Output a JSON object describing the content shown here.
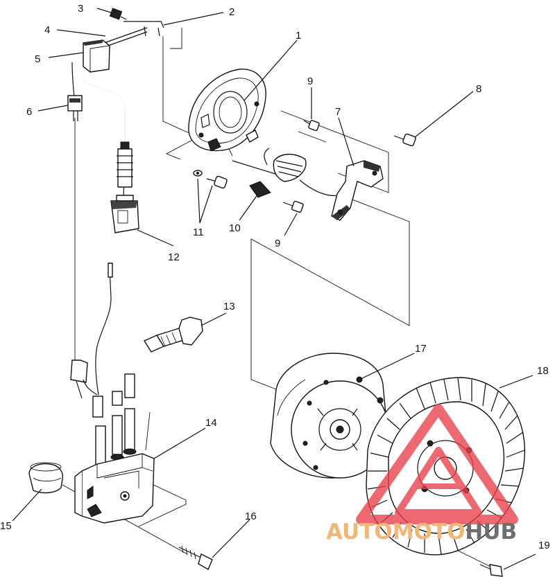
{
  "callouts": [
    {
      "id": "3",
      "label": "3"
    },
    {
      "id": "2",
      "label": "2"
    },
    {
      "id": "4",
      "label": "4"
    },
    {
      "id": "5",
      "label": "5"
    },
    {
      "id": "1",
      "label": "1"
    },
    {
      "id": "6",
      "label": "6"
    },
    {
      "id": "9a",
      "label": "9"
    },
    {
      "id": "8",
      "label": "8"
    },
    {
      "id": "7",
      "label": "7"
    },
    {
      "id": "11",
      "label": "11"
    },
    {
      "id": "10",
      "label": "10"
    },
    {
      "id": "9b",
      "label": "9"
    },
    {
      "id": "12",
      "label": "12"
    },
    {
      "id": "13",
      "label": "13"
    },
    {
      "id": "17",
      "label": "17"
    },
    {
      "id": "18",
      "label": "18"
    },
    {
      "id": "14",
      "label": "14"
    },
    {
      "id": "15",
      "label": "15"
    },
    {
      "id": "16",
      "label": "16"
    },
    {
      "id": "19",
      "label": "19"
    }
  ],
  "watermark": {
    "part1": "AUTO",
    "part2": "MOTO",
    "part3": "HUB",
    "color_main": "#f0b77a",
    "color_dark": "#6f6f6f",
    "color_red": "#e8404a"
  }
}
